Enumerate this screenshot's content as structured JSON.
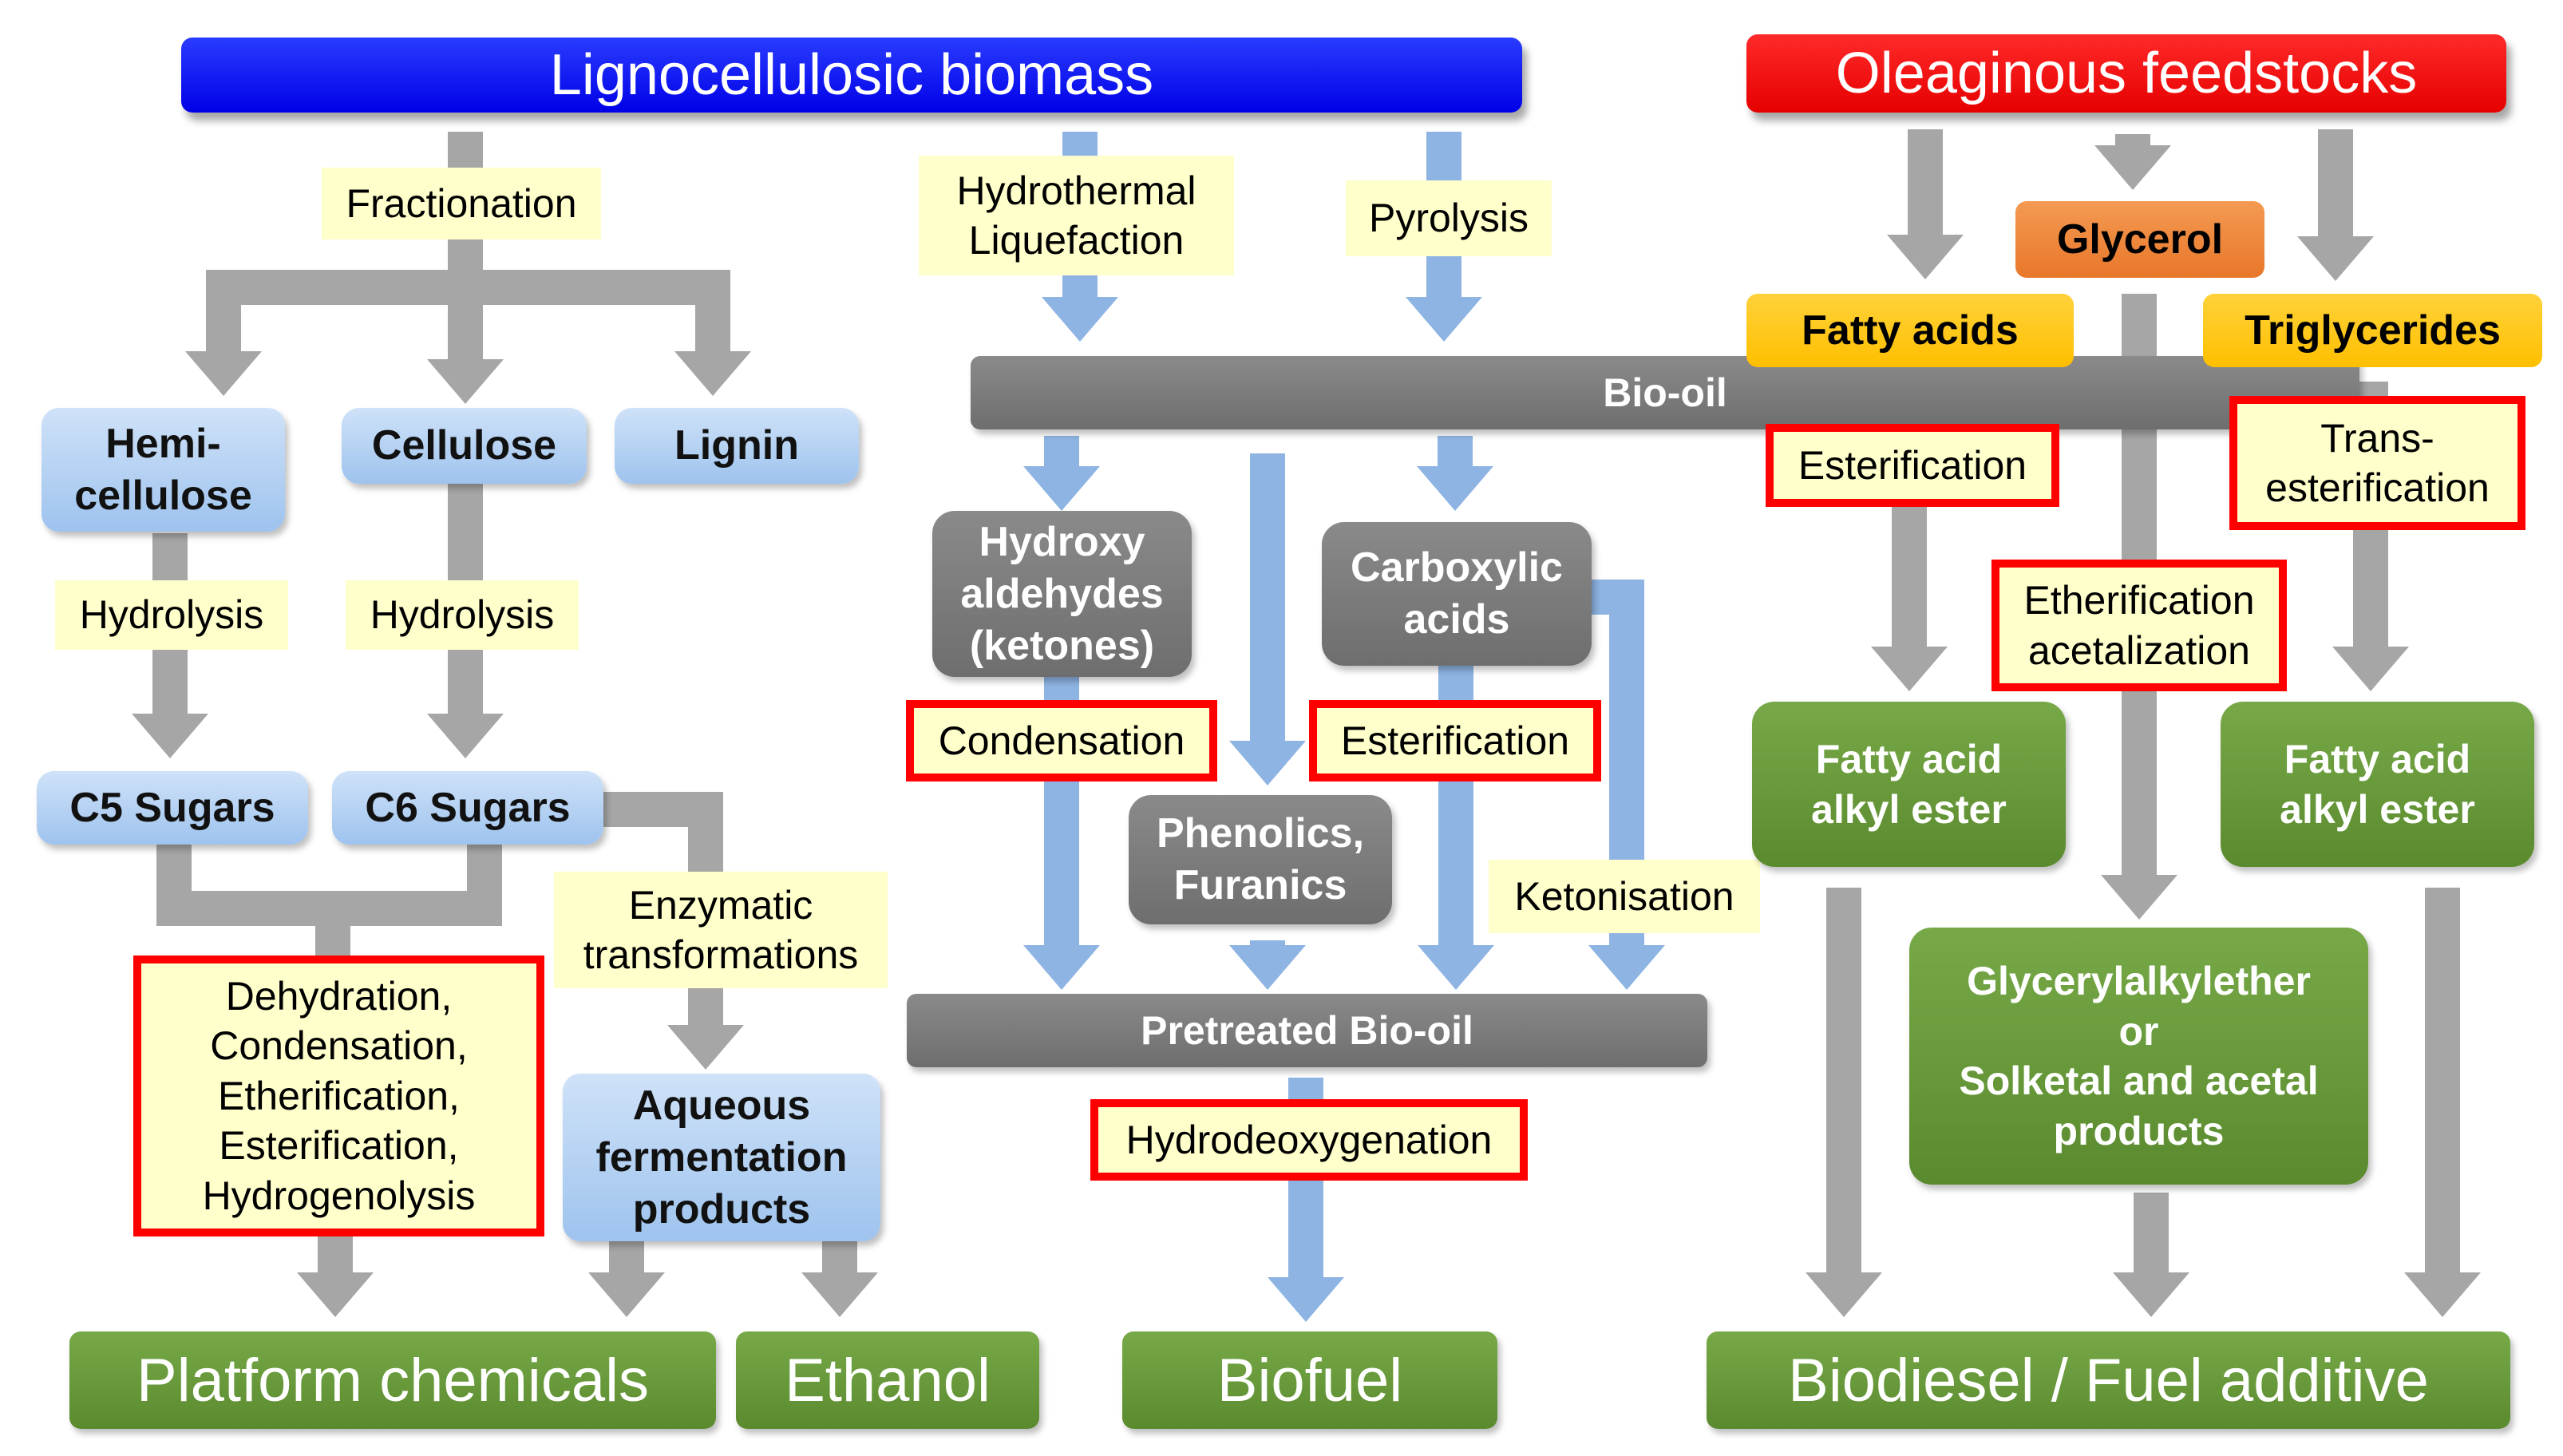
{
  "headers": {
    "lignocellulosic": "Lignocellulosic  biomass",
    "oleaginous": "Oleaginous  feedstocks"
  },
  "processes": {
    "fractionation": "Fractionation",
    "hydrothermal": "Hydrothermal\nLiquefaction",
    "pyrolysis": "Pyrolysis",
    "hydrolysis_hemi": "Hydrolysis",
    "hydrolysis_cellulose": "Hydrolysis",
    "enzymatic": "Enzymatic\ntransformations",
    "ketonisation": "Ketonisation",
    "condensation": "Condensation",
    "esterification_bio": "Esterification",
    "dehydration_multi": "Dehydration,\nCondensation,\nEtherification,\nEsterification,\nHydrogenolysis",
    "hydrodeoxygenation": "Hydrodeoxygenation",
    "esterification_fa": "Esterification",
    "transesterification": "Trans-\nesterification",
    "etherification": "Etherification\nacetalization"
  },
  "nodes": {
    "hemicellulose": "Hemi-\ncellulose",
    "cellulose": "Cellulose",
    "lignin": "Lignin",
    "c5": "C5 Sugars",
    "c6": "C6 Sugars",
    "aqueous": "Aqueous\nfermentation\nproducts",
    "biooil": "Bio-oil",
    "hydroxy": "Hydroxy\naldehydes\n(ketones)",
    "carboxylic": "Carboxylic\nacids",
    "phenolics": "Phenolics,\nFuranics",
    "pretreated": "Pretreated Bio-oil",
    "glycerol": "Glycerol",
    "fatty_acids": "Fatty acids",
    "triglycerides": "Triglycerides",
    "faae_left": "Fatty acid\nalkyl ester",
    "faae_right": "Fatty acid\nalkyl ester",
    "glyceryl": "Glycerylalkylether\nor\nSolketal and acetal\nproducts"
  },
  "outputs": {
    "platform": "Platform chemicals",
    "ethanol": "Ethanol",
    "biofuel": "Biofuel",
    "biodiesel": "Biodiesel  /  Fuel additive"
  },
  "colors": {
    "gray_arrow": "#a6a6a6",
    "blue_arrow": "#8eb4e3"
  }
}
